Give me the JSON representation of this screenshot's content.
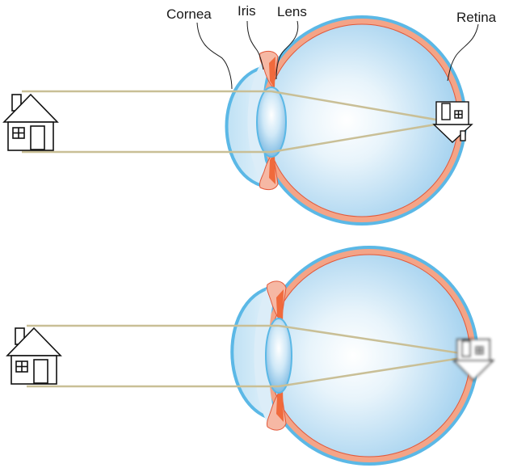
{
  "labels": {
    "cornea": "Cornea",
    "iris": "Iris",
    "lens": "Lens",
    "retina": "Retina"
  },
  "panels": [
    {
      "id": "top",
      "retinal_image": "sharp, inverted"
    },
    {
      "id": "bottom",
      "retinal_image": "blurred, inverted"
    }
  ],
  "colors": {
    "sclera_outline": "#5bb8e6",
    "retina_band": "#f4a487",
    "eye_fill_light": "#ffffff",
    "eye_fill_dark": "#9fcfee",
    "iris": "#f06a3c",
    "iris_pink": "#f6b8a4",
    "light_ray": "#c9bf96",
    "leader_line": "#1a1a1a"
  },
  "icons": {
    "object": "house-icon",
    "retinal_image": "inverted-house-icon"
  }
}
